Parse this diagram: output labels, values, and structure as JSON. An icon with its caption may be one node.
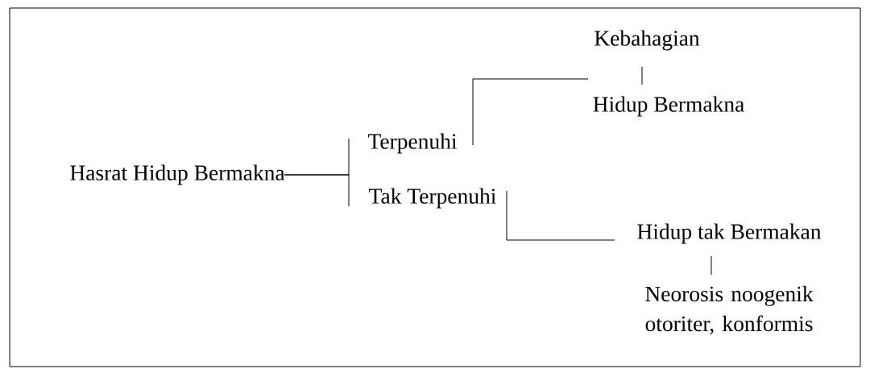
{
  "diagram": {
    "nodes": [
      {
        "text": [
          "Hasrat Hidup Bermakna"
        ]
      },
      {
        "text": [
          "Terpenuhi"
        ]
      },
      {
        "text": [
          "Tak Terpenuhi"
        ]
      },
      {
        "text": [
          "Kebahagian"
        ]
      },
      {
        "text": [
          "Hidup Bermakna"
        ]
      },
      {
        "text": [
          "Hidup tak Bermakan"
        ]
      },
      {
        "text": [
          "Neorosis noogenik otoriter, konformis"
        ]
      }
    ],
    "edges": [
      {
        "from": 0,
        "to": 1,
        "arrow": "none"
      },
      {
        "from": 0,
        "to": 2,
        "arrow": "none"
      },
      {
        "from": 1,
        "to": 4,
        "arrow": "none"
      },
      {
        "from": 3,
        "to": 4,
        "arrow": "none"
      },
      {
        "from": 2,
        "to": 5,
        "arrow": "none"
      },
      {
        "from": 5,
        "to": 6,
        "arrow": "none"
      }
    ]
  }
}
